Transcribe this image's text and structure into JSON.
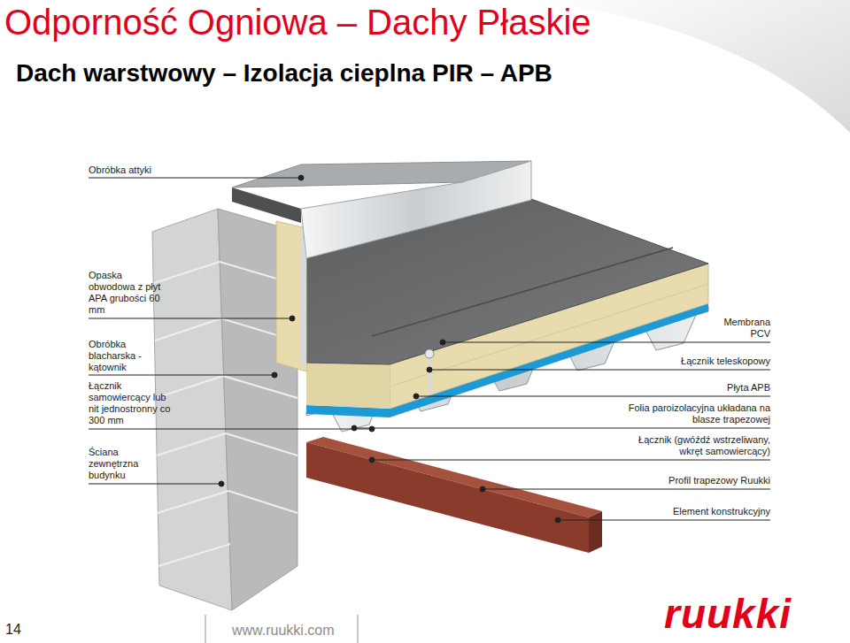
{
  "diagram": {
    "title": "Odporność Ogniowa – Dachy Płaskie",
    "labels": [
      "Dach warstwowy – Izolacja cieplna PIR – APB",
      "Obróbka attyki",
      "Opaska obwodowa z płyt APA grubości 60 mm",
      "Obróbka blacharska - kątownik",
      "Łącznik samowiercący lub nit jednostronny co 300 mm",
      "Ściana zewnętrzna budynku",
      "Membrana PCV",
      "Łącznik teleskopowy",
      "Płyta APB",
      "Folia paroizolacyjna układana na blasze trapezowej",
      "Łącznik (gwóźdź wstrzeliwany, wkręt samowiercący)",
      "Profil trapezowy Ruukki",
      "Element konstrukcyjny",
      "14",
      "www.ruukki.com",
      "ruukki"
    ]
  }
}
